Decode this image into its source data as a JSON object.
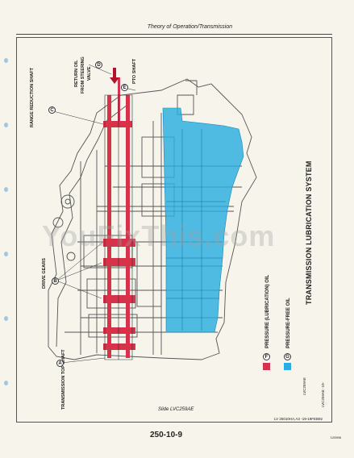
{
  "header": {
    "section_title": "Theory of Operation/Transmission"
  },
  "diagram": {
    "title": "TRANSMISSION LUBRICATION SYSTEM",
    "callouts": {
      "range_reduction": "RANGE REDUCTION SHAFT",
      "return_oil_1": "RETURN OIL",
      "return_oil_2": "FROM STEERING",
      "return_oil_3": "VALVE",
      "pto": "PTO SHAFT",
      "drive_gears": "DRIVE GEARS",
      "top_shaft": "TRANSMISSION TOP SHAFT"
    },
    "letters": {
      "a": "A",
      "b": "B",
      "c": "C",
      "d": "D",
      "e": "E",
      "f": "F",
      "g": "G"
    },
    "legend": {
      "pressure": "PRESSURE (LUBRICATION) OIL",
      "pressure_free": "PRESSURE-FREE OIL",
      "pressure_color": "#d8314a",
      "pressure_free_color": "#29aee0"
    },
    "ref_code": "LVC259AE",
    "slide_label": "Slide LVC259AE",
    "footer_small_1": "LV 25010HA,A3",
    "footer_small_2": "-19-19FEB92",
    "rev_code": "LVC259AE -19-"
  },
  "watermark": "YouFixThis.com",
  "footer": {
    "page_number": "250-10-9",
    "corner_code": "120596"
  }
}
